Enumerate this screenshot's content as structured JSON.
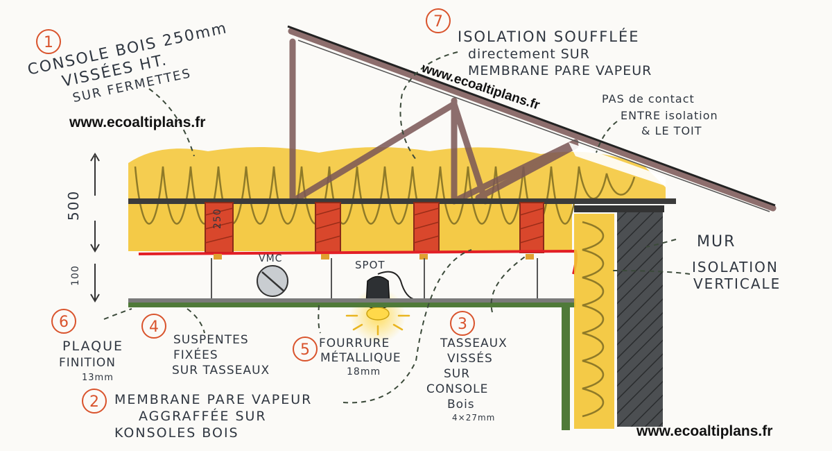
{
  "website": "www.ecoaltiplans.fr",
  "colors": {
    "insulation": "#f3c433",
    "insulation_stroke": "#8f7a28",
    "wood": "#d9472c",
    "membrane": "#e21f26",
    "truss": "#7a5656",
    "wall_dark": "#4c4f52",
    "ceiling_green": "#4f7a39",
    "callout_orange": "#d9532c",
    "ink": "#2f3640"
  },
  "labels": {
    "l1": {
      "num": "1",
      "lines": [
        "CONSOLE BOIS 250mm",
        "VISSÉES  HT.",
        "SUR FERMETTES"
      ]
    },
    "l2": {
      "num": "2",
      "lines": [
        "MEMBRANE PARE VAPEUR",
        "AGGRAFFÉE SUR",
        "KONSOLES BOIS"
      ]
    },
    "l3": {
      "num": "3",
      "lines": [
        "TASSEAUX",
        "VISSÉS",
        "SUR",
        "CONSOLE",
        "Bois",
        "4×27mm"
      ]
    },
    "l4": {
      "num": "4",
      "lines": [
        "SUSPENTES",
        "FIXÉES",
        "SUR TASSEAUX"
      ]
    },
    "l5": {
      "num": "5",
      "lines": [
        "FOURRURE",
        "MÉTALLIQUE",
        "18mm"
      ]
    },
    "l6": {
      "num": "6",
      "lines": [
        "PLAQUE",
        "FINITION",
        "13mm"
      ]
    },
    "l7": {
      "num": "7",
      "lines": [
        "ISOLATION SOUFFLÉE",
        "directement SUR",
        "MEMBRANE PARE VAPEUR"
      ]
    },
    "roof_gap": [
      "PAS de contact",
      "ENTRE isolation",
      "& LE TOIT"
    ],
    "wall": "MUR",
    "vertical_insulation": [
      "ISOLATION",
      "VERTICALE"
    ],
    "vmc": "VMC",
    "spot": "SPOT",
    "dim_500": "500",
    "dim_100": "100",
    "beam_mark": "250"
  }
}
